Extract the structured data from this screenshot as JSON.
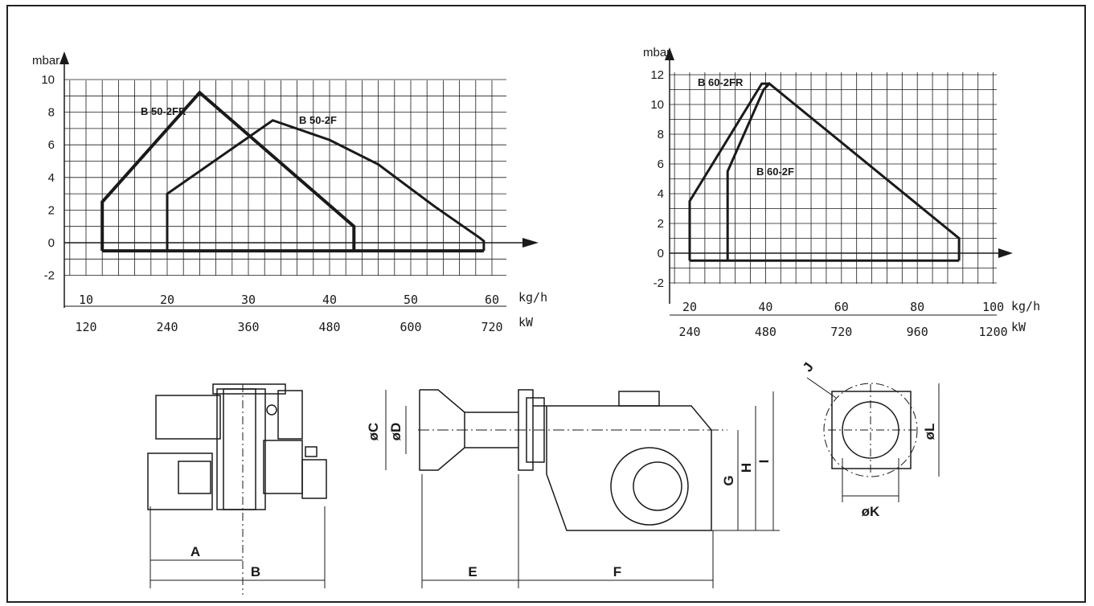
{
  "chart_data": [
    {
      "type": "line",
      "ylabel": "mbar",
      "x_units": [
        "kg/h",
        "kW"
      ],
      "x_ticks": [
        "10",
        "20",
        "30",
        "40",
        "50",
        "60"
      ],
      "x_ticks_kw": [
        "120",
        "240",
        "360",
        "480",
        "600",
        "720"
      ],
      "y_ticks": [
        "10",
        "8",
        "6",
        "4",
        "2",
        "0",
        "-2"
      ],
      "xlim": [
        10,
        60
      ],
      "ylim": [
        -2,
        10
      ],
      "series": [
        {
          "name": "B 50-2FR",
          "points": [
            [
              12,
              -0.5
            ],
            [
              12,
              2.5
            ],
            [
              24,
              9.2
            ],
            [
              43,
              1
            ],
            [
              43,
              -0.5
            ]
          ]
        },
        {
          "name": "B 50-2F",
          "points": [
            [
              20,
              -0.5
            ],
            [
              20,
              3
            ],
            [
              33,
              7.5
            ],
            [
              40,
              6.3
            ],
            [
              46,
              4.8
            ],
            [
              53,
              2.2
            ],
            [
              58.5,
              0.3
            ],
            [
              59,
              0.1
            ],
            [
              59,
              -0.5
            ]
          ]
        }
      ]
    },
    {
      "type": "line",
      "ylabel": "mbar",
      "x_units": [
        "kg/h",
        "kW"
      ],
      "x_ticks": [
        "20",
        "40",
        "60",
        "80",
        "100"
      ],
      "x_ticks_kw": [
        "240",
        "480",
        "720",
        "960",
        "1200"
      ],
      "y_ticks": [
        "12",
        "10",
        "8",
        "6",
        "4",
        "2",
        "0",
        "-2"
      ],
      "xlim": [
        20,
        100
      ],
      "ylim": [
        -2,
        12
      ],
      "series": [
        {
          "name": "B 60-2FR",
          "points": [
            [
              20,
              -0.5
            ],
            [
              20,
              3.5
            ],
            [
              39,
              11.4
            ],
            [
              41,
              11.4
            ]
          ]
        },
        {
          "name": "B 60-2F",
          "points": [
            [
              30,
              -0.5
            ],
            [
              30,
              5.5
            ],
            [
              39.5,
              11
            ],
            [
              41,
              11.4
            ],
            [
              91,
              1
            ],
            [
              91,
              -0.5
            ]
          ]
        }
      ]
    }
  ],
  "dimensions": {
    "A": "A",
    "B": "B",
    "C": "øC",
    "D": "øD",
    "E": "E",
    "F": "F",
    "G": "G",
    "H": "H",
    "I": "I",
    "J": "J",
    "K": "øK",
    "L": "øL"
  }
}
